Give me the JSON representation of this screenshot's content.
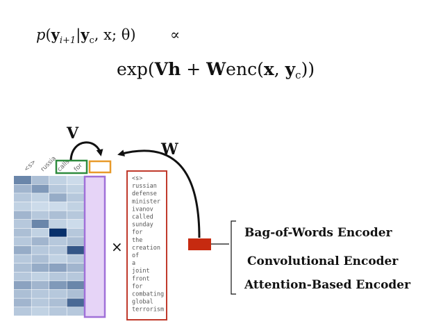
{
  "equation": {
    "line1": {
      "p": "p",
      "y_i1": "y",
      "sub_i1": "i+1",
      "bar": "|",
      "y_c": "y",
      "sub_c": "c",
      "rest": ", x; θ)",
      "prop": "∝"
    },
    "line2": {
      "exp": "exp(",
      "V": "V",
      "h": "h",
      "plus": " + ",
      "W": "W",
      "enc": "enc(",
      "x": "x",
      "comma": ", ",
      "y": "y",
      "sub_c": "c",
      "close": "))"
    }
  },
  "labels": {
    "V": "V",
    "W": "W",
    "times": "×"
  },
  "context_words": [
    "<s>",
    "russia",
    "calls",
    "for"
  ],
  "source_words": [
    "<s>",
    "russian",
    "defense",
    "minister",
    "ivanov",
    "called",
    "sunday",
    "for",
    "the",
    "creation",
    "of",
    "a",
    "joint",
    "front",
    "for",
    "combating",
    "global",
    "terrorism"
  ],
  "encoders": [
    "Bag-of-Words Encoder",
    "Convolutional Encoder",
    "Attention-Based  Encoder"
  ],
  "heatmap": {
    "rows": 16,
    "cols": 4,
    "values": [
      [
        0.55,
        0.25,
        0.15,
        0.1
      ],
      [
        0.3,
        0.45,
        0.2,
        0.15
      ],
      [
        0.2,
        0.15,
        0.35,
        0.2
      ],
      [
        0.15,
        0.1,
        0.1,
        0.15
      ],
      [
        0.3,
        0.2,
        0.25,
        0.2
      ],
      [
        0.2,
        0.55,
        0.15,
        0.1
      ],
      [
        0.25,
        0.15,
        1.0,
        0.2
      ],
      [
        0.2,
        0.3,
        0.2,
        0.25
      ],
      [
        0.35,
        0.2,
        0.2,
        0.8
      ],
      [
        0.2,
        0.25,
        0.15,
        0.2
      ],
      [
        0.25,
        0.35,
        0.4,
        0.3
      ],
      [
        0.2,
        0.15,
        0.2,
        0.2
      ],
      [
        0.4,
        0.3,
        0.45,
        0.55
      ],
      [
        0.25,
        0.2,
        0.2,
        0.25
      ],
      [
        0.3,
        0.2,
        0.25,
        0.7
      ],
      [
        0.2,
        0.15,
        0.2,
        0.2
      ]
    ]
  },
  "colors": {
    "green_box": "#2e8b3e",
    "orange_box": "#e89a2a",
    "purple_box": "#a070d8",
    "purple_fill": "#e6d4f7",
    "red_box": "#c0392b",
    "red_fill": "#c62a10"
  }
}
